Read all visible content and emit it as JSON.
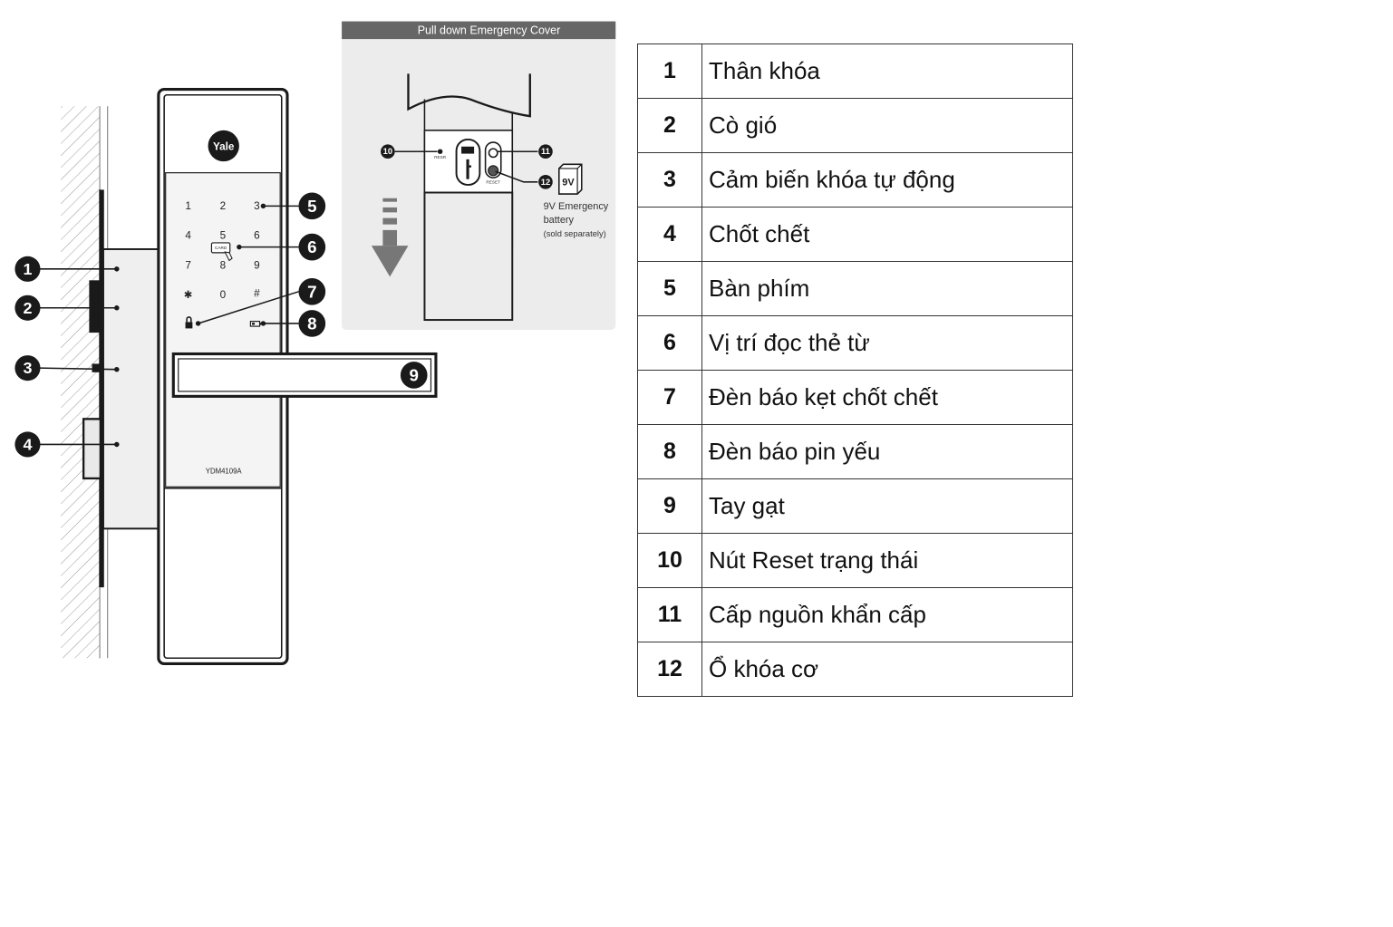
{
  "brand": "Yale",
  "model": "YDM4109A",
  "keypad": [
    "1",
    "2",
    "3",
    "4",
    "5",
    "6",
    "7",
    "8",
    "9",
    "✱",
    "0",
    "#"
  ],
  "card_icon_text": "CARD",
  "callout_numbers": [
    "1",
    "2",
    "3",
    "4",
    "5",
    "6",
    "7",
    "8",
    "9",
    "10",
    "11",
    "12"
  ],
  "emergency": {
    "header": "Pull down Emergency Cover",
    "reset_label": "RESET",
    "reset_short": "RESR",
    "battery_label": "9V",
    "battery_caption_line1": "9V Emergency",
    "battery_caption_line2": "battery",
    "battery_caption_line3": "(sold separately)"
  },
  "legend": [
    {
      "num": "1",
      "text": "Thân khóa"
    },
    {
      "num": "2",
      "text": "Cò gió"
    },
    {
      "num": "3",
      "text": "Cảm biến khóa tự động"
    },
    {
      "num": "4",
      "text": "Chốt chết"
    },
    {
      "num": "5",
      "text": "Bàn phím"
    },
    {
      "num": "6",
      "text": "Vị trí đọc thẻ từ"
    },
    {
      "num": "7",
      "text": "Đèn báo kẹt chốt chết"
    },
    {
      "num": "8",
      "text": "Đèn báo pin yếu"
    },
    {
      "num": "9",
      "text": "Tay gạt"
    },
    {
      "num": "10",
      "text": "Nút Reset trạng thái"
    },
    {
      "num": "11",
      "text": "Cấp nguồn khẩn cấp"
    },
    {
      "num": "12",
      "text": "Ổ khóa cơ"
    }
  ]
}
